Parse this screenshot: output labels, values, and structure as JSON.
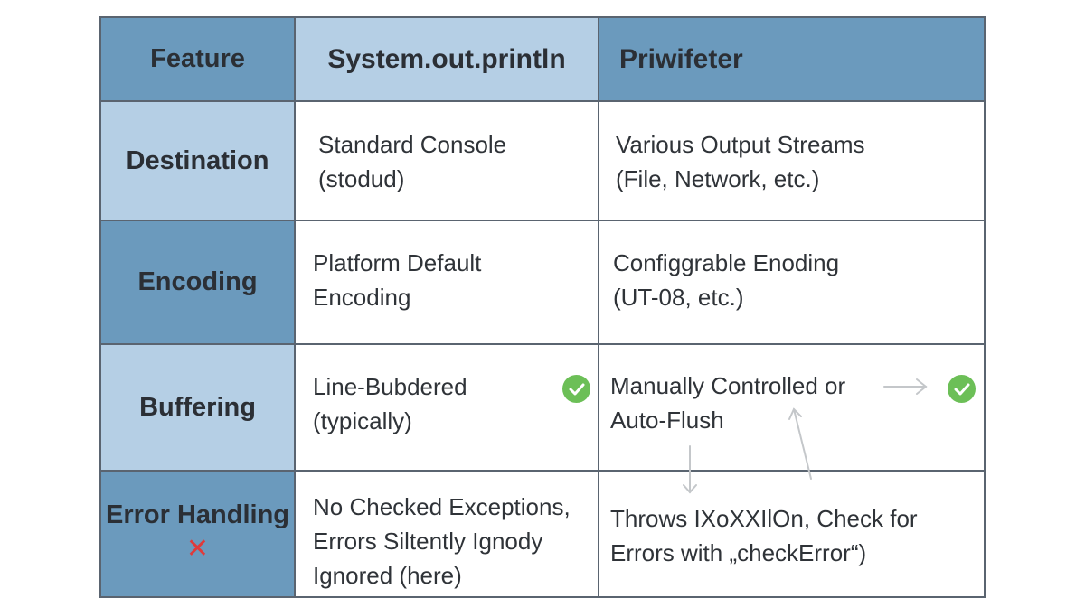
{
  "table": {
    "headers": [
      "Feature",
      "System.out.println",
      "Priwifeter"
    ],
    "rows": [
      {
        "feature": "Destination",
        "println": [
          "Standard Console",
          "(stodud)"
        ],
        "writer": [
          "Various Output Streams",
          "(File, Network, etc.)"
        ]
      },
      {
        "feature": "Encoding",
        "println": [
          "Platform Default",
          "Encoding"
        ],
        "writer": [
          "Configgrable Enoding",
          "(UT-08, etc.)"
        ]
      },
      {
        "feature": "Buffering",
        "println": [
          "Line-Bubdered",
          "(typically)"
        ],
        "println_icon": "check-circle-icon",
        "writer": [
          "Manually Controlled or",
          "Auto-Flush"
        ],
        "writer_icon": "check-circle-icon"
      },
      {
        "feature": "Error Handling",
        "feature_icon": "x-mark-icon",
        "feature_icon_glyph": "✕",
        "println": [
          "No Checked Exceptions,",
          "Errors Siltently Ignody",
          "Ignored (here)"
        ],
        "writer": [
          "Throws IXoXXIlOn, Check for",
          "Errors with „checkError“)"
        ]
      }
    ]
  },
  "colors": {
    "header_dark": "#6b9abd",
    "header_light": "#b5cfe5",
    "border": "#5a6470",
    "check_green": "#6cbf57",
    "x_red": "#e03a3a",
    "arrow_gray": "#c4c7ca"
  }
}
